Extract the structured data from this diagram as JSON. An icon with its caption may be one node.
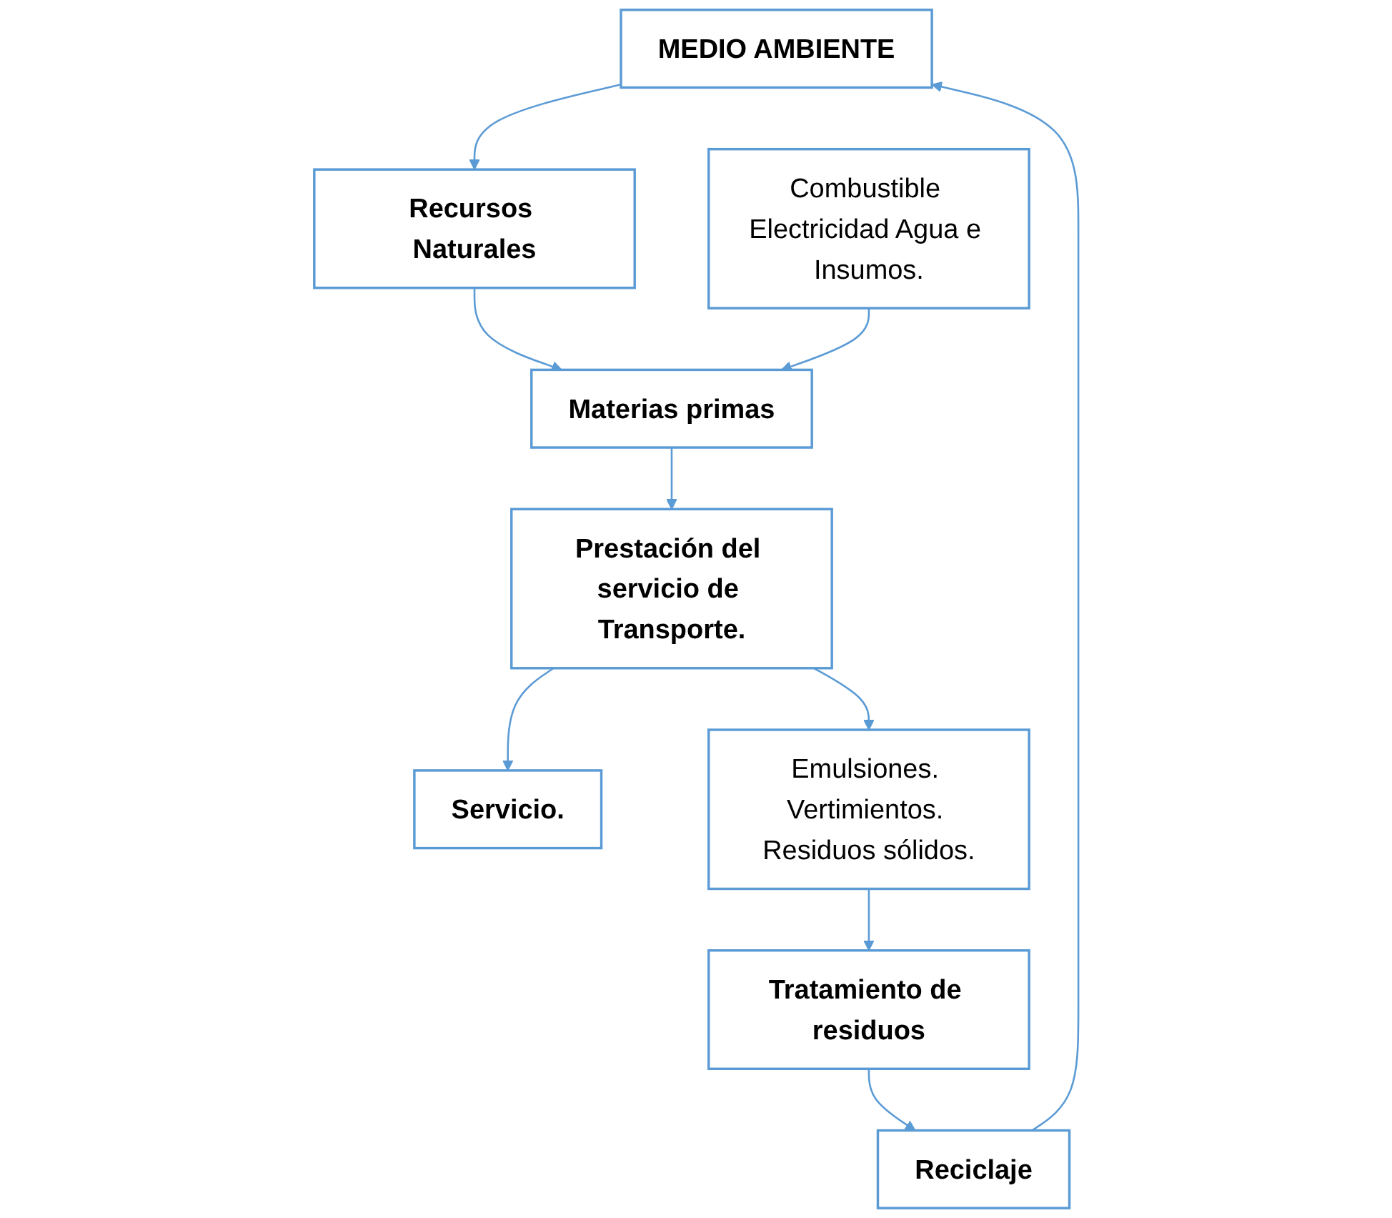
{
  "diagram": {
    "nodes": [
      {
        "text": [
          "MEDIO AMBIENTE"
        ]
      },
      {
        "text": [
          "Recursos Naturales"
        ]
      },
      {
        "text": [
          "Combustible Electricidad Agua e Insumos."
        ]
      },
      {
        "text": [
          "Materias primas"
        ]
      },
      {
        "text": [
          "Prestación del servicio de Transporte."
        ]
      },
      {
        "text": [
          "Servicio."
        ]
      },
      {
        "text": [
          "Emulsiones. Vertimientos. Residuos sólidos."
        ]
      },
      {
        "text": [
          "Tratamiento de residuos"
        ]
      },
      {
        "text": [
          "Reciclaje"
        ]
      }
    ],
    "edges": [
      {
        "from": 0,
        "to": 1,
        "arrow": "to"
      },
      {
        "from": 1,
        "to": 3,
        "arrow": "to"
      },
      {
        "from": 2,
        "to": 3,
        "arrow": "to"
      },
      {
        "from": 3,
        "to": 4,
        "arrow": "to"
      },
      {
        "from": 4,
        "to": 5,
        "arrow": "to"
      },
      {
        "from": 4,
        "to": 6,
        "arrow": "to"
      },
      {
        "from": 6,
        "to": 7,
        "arrow": "to"
      },
      {
        "from": 7,
        "to": 8,
        "arrow": "to"
      },
      {
        "from": 8,
        "to": 0,
        "arrow": "to"
      }
    ]
  }
}
